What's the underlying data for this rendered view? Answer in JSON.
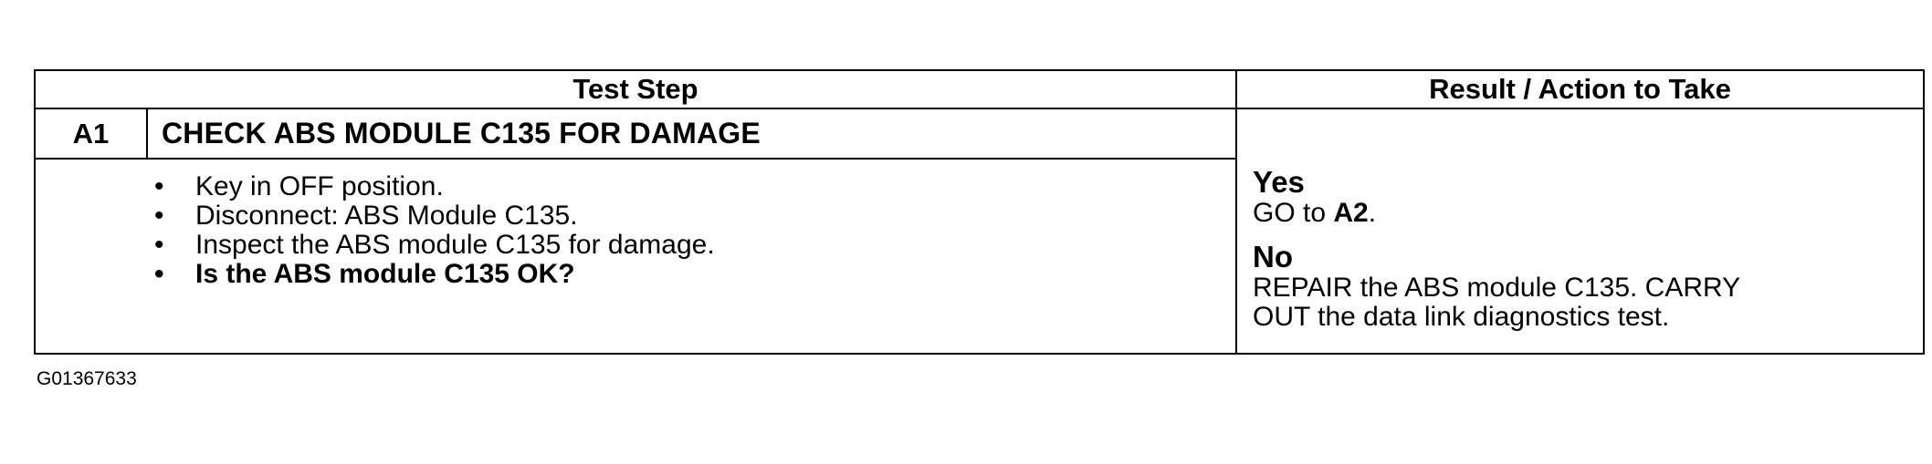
{
  "table": {
    "header_left": "Test Step",
    "header_right": "Result / Action to Take",
    "step_id": "A1",
    "step_title": "CHECK ABS MODULE C135 FOR DAMAGE",
    "steps": [
      "Key in OFF position.",
      "Disconnect: ABS Module C135.",
      "Inspect the ABS module C135 for damage.",
      "Is the ABS module C135 OK?"
    ],
    "bullet_glyph": "•",
    "yes_label": "Yes",
    "yes_action_prefix": "GO to ",
    "yes_action_target": "A2",
    "yes_action_suffix": ".",
    "no_label": "No",
    "no_action_line1": "REPAIR the ABS module C135. CARRY",
    "no_action_line2": "OUT the data link diagnostics test."
  },
  "figure_id": "G01367633"
}
